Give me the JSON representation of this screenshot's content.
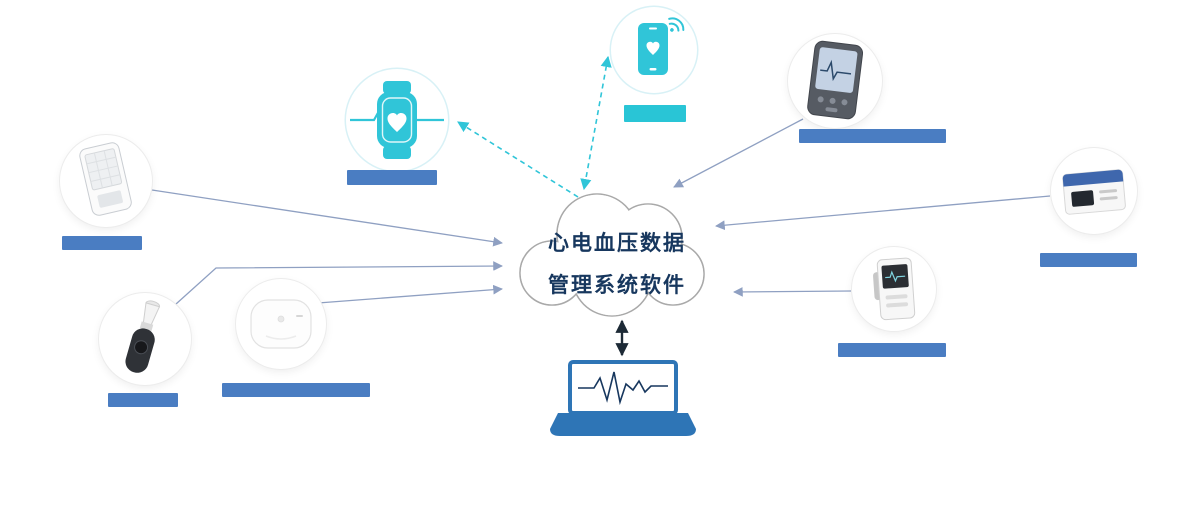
{
  "cloud": {
    "text_line1": "心电血压数据",
    "text_line2": "管理系统软件"
  },
  "colors": {
    "teal": "#30c5d8",
    "label_blue": "#4a7dc2",
    "label_cyan": "#29c5d6",
    "connector": "#8fa0c2",
    "connector_dark": "#1d2a36",
    "cloud_stroke": "#a9a9a9",
    "cloud_text": "#17375e",
    "laptop_blue": "#2e75b6",
    "waveform_navy": "#17375e"
  },
  "nodes": [
    {
      "id": "ecg-recorder",
      "icon": "ecg-recorder-image",
      "label_bar": "blue"
    },
    {
      "id": "ear-thermometer",
      "icon": "ear-thermometer-image",
      "label_bar": "blue"
    },
    {
      "id": "wearable-patch",
      "icon": "wearable-patch-image",
      "label_bar": "blue"
    },
    {
      "id": "smartwatch",
      "icon": "smartwatch-heartbeat-icon",
      "label_bar": "blue"
    },
    {
      "id": "smartphone-app",
      "icon": "smartphone-heart-icon",
      "label_bar": "cyan"
    },
    {
      "id": "handheld-ecg-monitor",
      "icon": "handheld-ecg-monitor-image",
      "label_bar": "blue"
    },
    {
      "id": "desktop-ecg-device",
      "icon": "desktop-ecg-device-image",
      "label_bar": "blue"
    },
    {
      "id": "holter-recorder",
      "icon": "holter-recorder-image",
      "label_bar": "blue"
    },
    {
      "id": "laptop-workstation",
      "icon": "laptop-ecg-icon",
      "label_bar": "none"
    }
  ],
  "connections": [
    {
      "from": "ecg-recorder",
      "to": "cloud",
      "style": "solid",
      "arrowheads": "end"
    },
    {
      "from": "ear-thermometer",
      "to": "cloud",
      "style": "solid",
      "arrowheads": "end"
    },
    {
      "from": "wearable-patch",
      "to": "cloud",
      "style": "solid",
      "arrowheads": "end"
    },
    {
      "from": "handheld-ecg-monitor",
      "to": "cloud",
      "style": "solid",
      "arrowheads": "end"
    },
    {
      "from": "desktop-ecg-device",
      "to": "cloud",
      "style": "solid",
      "arrowheads": "end"
    },
    {
      "from": "holter-recorder",
      "to": "cloud",
      "style": "solid",
      "arrowheads": "end"
    },
    {
      "from": "cloud",
      "to": "smartwatch",
      "style": "dashed-teal",
      "arrowheads": "end"
    },
    {
      "from": "cloud",
      "to": "smartphone-app",
      "style": "dashed-teal",
      "arrowheads": "both"
    },
    {
      "from": "cloud",
      "to": "laptop-workstation",
      "style": "solid-dark",
      "arrowheads": "both"
    }
  ]
}
